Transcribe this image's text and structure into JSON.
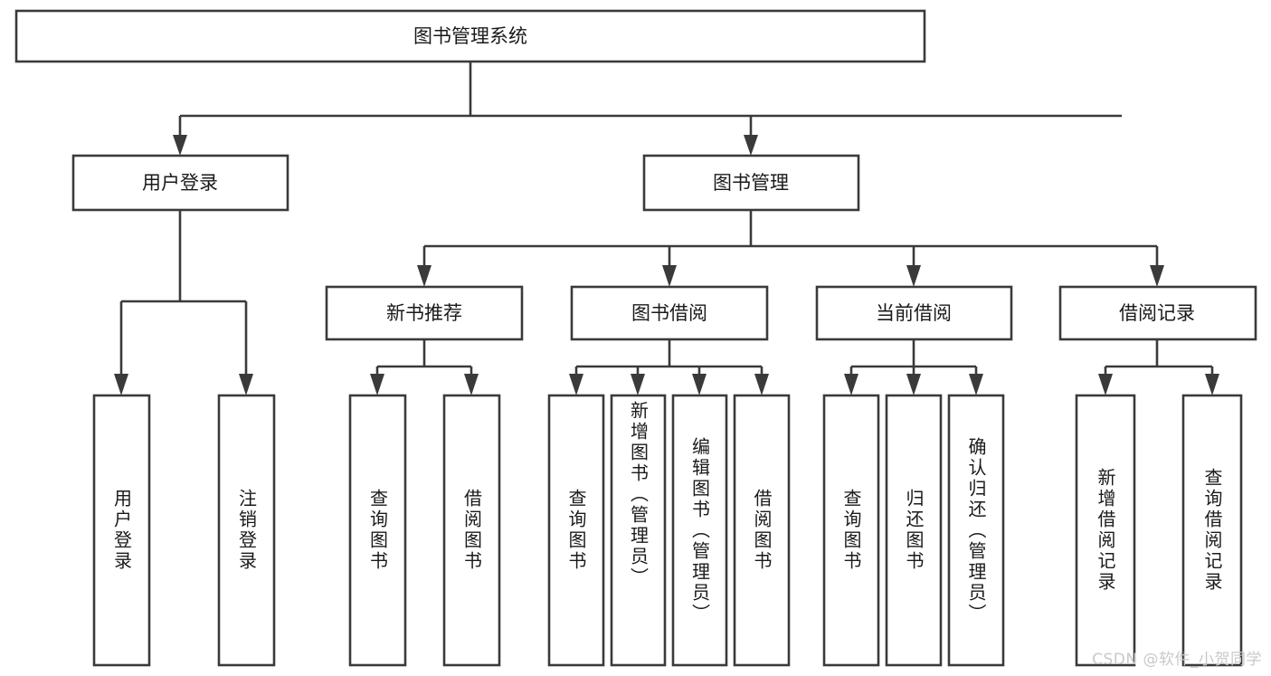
{
  "diagram": {
    "type": "tree-hierarchy-chart",
    "root": {
      "id": "root",
      "label": "图书管理系统"
    },
    "level1": [
      {
        "id": "user-login",
        "label": "用户登录"
      },
      {
        "id": "book-management",
        "label": "图书管理"
      }
    ],
    "level2": [
      {
        "id": "new-book-recommend",
        "label": "新书推荐",
        "parent": "book-management"
      },
      {
        "id": "book-borrow",
        "label": "图书借阅",
        "parent": "book-management"
      },
      {
        "id": "current-borrow",
        "label": "当前借阅",
        "parent": "book-management"
      },
      {
        "id": "borrow-record",
        "label": "借阅记录",
        "parent": "book-management"
      }
    ],
    "leaves": {
      "user_login": [
        {
          "id": "leaf-user-login",
          "label": "用户登录"
        },
        {
          "id": "leaf-logout-login",
          "label": "注销登录"
        }
      ],
      "new_book_recommend": [
        {
          "id": "leaf-query-book-1",
          "label": "查询图书"
        },
        {
          "id": "leaf-borrow-book-1",
          "label": "借阅图书"
        }
      ],
      "book_borrow": [
        {
          "id": "leaf-query-book-2",
          "label": "查询图书"
        },
        {
          "id": "leaf-add-book",
          "label": "新增图书（管理员）"
        },
        {
          "id": "leaf-edit-book",
          "label": "编辑图书（管理员）"
        },
        {
          "id": "leaf-borrow-book-2",
          "label": "借阅图书"
        }
      ],
      "current_borrow": [
        {
          "id": "leaf-query-book-3",
          "label": "查询图书"
        },
        {
          "id": "leaf-return-book",
          "label": "归还图书"
        },
        {
          "id": "leaf-confirm-return",
          "label": "确认归还（管理员）"
        }
      ],
      "borrow_record": [
        {
          "id": "leaf-add-record",
          "label": "新增借阅记录"
        },
        {
          "id": "leaf-query-record",
          "label": "查询借阅记录"
        }
      ]
    }
  },
  "watermark": {
    "text": "CSDN @软件_小贺同学"
  },
  "colors": {
    "box_stroke": "#3a3a3a",
    "box_fill": "#ffffff",
    "text": "#1a1a1a",
    "background": "#ffffff",
    "watermark": "#c9c9c9"
  }
}
